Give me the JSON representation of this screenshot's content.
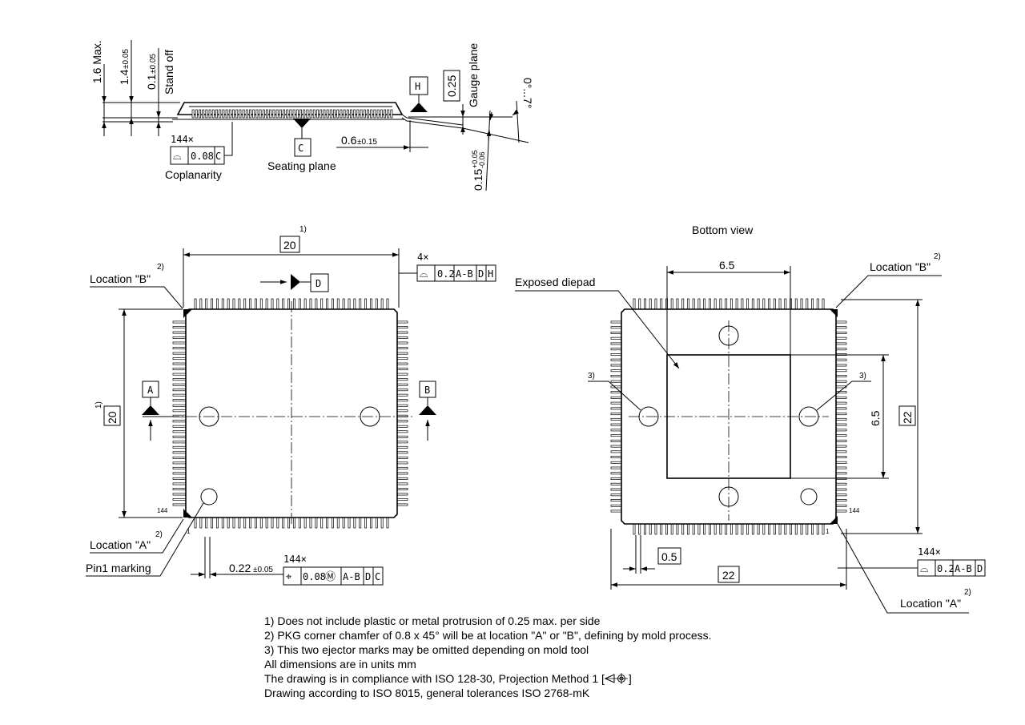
{
  "side_view": {
    "max_height": "1.6 Max.",
    "body_height": "1.4",
    "body_height_tol": "±0.05",
    "standoff": "0.1",
    "standoff_tol": "±0.05",
    "standoff_label": "Stand off",
    "datum_h": "H",
    "gauge_value": "0.25",
    "gauge_label": "Gauge plane",
    "angle": "0°...7°",
    "coplanarity_count": "144×",
    "coplanarity_frame": [
      "⌓",
      "0.08",
      "C"
    ],
    "coplanarity_label": "Coplanarity",
    "datum_c": "C",
    "seating_label": "Seating plane",
    "lead_length": "0.6",
    "lead_length_tol": "±0.15",
    "lead_thickness": "0.15",
    "lead_thickness_tol_upper": "+0.05",
    "lead_thickness_tol_lower": "-0.06"
  },
  "top_view": {
    "width": "20",
    "width_note": "1)",
    "height": "20",
    "height_note": "1)",
    "datum_d": "D",
    "profile_count": "4×",
    "profile_frame": [
      "⌓",
      "0.2",
      "A-B",
      "D",
      "H"
    ],
    "location_b": "Location \"B\"",
    "location_b_note": "2)",
    "location_a": "Location \"A\"",
    "location_a_note": "2)",
    "pin1_marking": "Pin1 marking",
    "datum_a": "A",
    "datum_b": "B",
    "pin_144": "144",
    "pin_1": "1",
    "lead_width": "0.22",
    "lead_width_tol": "±0.05",
    "position_count": "144×",
    "position_frame": [
      "⌖",
      "0.08",
      "Ⓜ",
      "A-B",
      "D",
      "C"
    ]
  },
  "bottom_view": {
    "title": "Bottom view",
    "diepad_width": "6.5",
    "diepad_height": "6.5",
    "exposed_diepad": "Exposed diepad",
    "location_b": "Location \"B\"",
    "location_b_note": "2)",
    "location_a": "Location \"A\"",
    "location_a_note": "2)",
    "ejector_note_left": "3)",
    "ejector_note_right": "3)",
    "overall_height": "22",
    "overall_width": "22",
    "pitch": "0.5",
    "pin_144": "144",
    "pin_1": "1",
    "profile_count": "144×",
    "profile_frame": [
      "⌓",
      "0.2",
      "A-B",
      "D"
    ]
  },
  "notes": [
    "1) Does not include plastic or metal protrusion of 0.25 max. per side",
    "2) PKG corner chamfer of 0.8 x 45° will be at location \"A\" or \"B\", defining by mold process.",
    "3) This two ejector marks may be omitted depending on mold tool",
    "All dimensions are in units mm",
    "The drawing is in compliance with ISO 128-30, Projection Method 1 [",
    "]",
    "Drawing according to ISO 8015, general tolerances ISO 2768-mK"
  ]
}
